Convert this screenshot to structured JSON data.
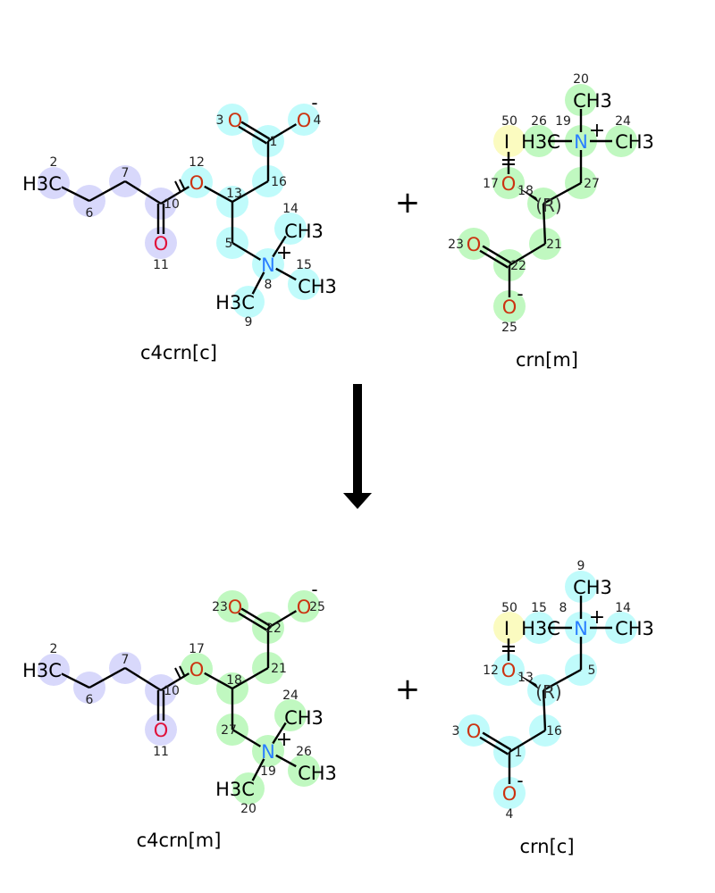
{
  "reaction": {
    "plus_sign": "+",
    "colors": {
      "bond": "#000000",
      "oxygen_top": "#cc3311",
      "oxygen_carbonyl": "#e0103a",
      "nitrogen": "#2a7fff",
      "carbon": "#000000"
    }
  },
  "molecules": [
    {
      "name": "c4crn[c]",
      "highlight_a": "#d8d8fb",
      "highlight_b": "#c0fbfb",
      "charges": {
        "anion": "-",
        "cation": "+"
      },
      "atoms": [
        {
          "num": "2",
          "label": "H3C",
          "hl": "a"
        },
        {
          "num": "6",
          "label": "",
          "hl": "a"
        },
        {
          "num": "7",
          "label": "",
          "hl": "a"
        },
        {
          "num": "10",
          "label": "",
          "hl": "a"
        },
        {
          "num": "11",
          "label": "O",
          "hl": "a"
        },
        {
          "num": "12",
          "label": "O",
          "hl": "b"
        },
        {
          "num": "13",
          "label": "",
          "hl": "b"
        },
        {
          "num": "16",
          "label": "",
          "hl": "b"
        },
        {
          "num": "1",
          "label": "",
          "hl": "b"
        },
        {
          "num": "3",
          "label": "O",
          "hl": "b"
        },
        {
          "num": "4",
          "label": "O",
          "hl": "b"
        },
        {
          "num": "5",
          "label": "",
          "hl": "b"
        },
        {
          "num": "8",
          "label": "N",
          "hl": "b"
        },
        {
          "num": "14",
          "label": "CH3",
          "hl": "b"
        },
        {
          "num": "15",
          "label": "CH3",
          "hl": "b"
        },
        {
          "num": "9",
          "label": "H3C",
          "hl": "b"
        }
      ]
    },
    {
      "name": "crn[m]",
      "highlight_a": "#c0f8c0",
      "highlight_b": "#fbfbc0",
      "stereo": "(R)",
      "charges": {
        "anion": "-",
        "cation": "+"
      },
      "atoms": [
        {
          "num": "20",
          "label": "CH3",
          "hl": "a"
        },
        {
          "num": "19",
          "label": "N",
          "hl": "a"
        },
        {
          "num": "26",
          "label": "H3C",
          "hl": "a"
        },
        {
          "num": "50",
          "label": "I",
          "hl": "b"
        },
        {
          "num": "24",
          "label": "CH3",
          "hl": "a"
        },
        {
          "num": "17",
          "label": "O",
          "hl": "a"
        },
        {
          "num": "27",
          "label": "",
          "hl": "a"
        },
        {
          "num": "18",
          "label": "",
          "hl": "a"
        },
        {
          "num": "21",
          "label": "",
          "hl": "a"
        },
        {
          "num": "23",
          "label": "O",
          "hl": "a"
        },
        {
          "num": "22",
          "label": "",
          "hl": "a"
        },
        {
          "num": "25",
          "label": "O",
          "hl": "a"
        }
      ]
    },
    {
      "name": "c4crn[m]",
      "highlight_a": "#d8d8fb",
      "highlight_b": "#c0f8c0",
      "charges": {
        "anion": "-",
        "cation": "+"
      },
      "atoms": [
        {
          "num": "2",
          "label": "H3C",
          "hl": "a"
        },
        {
          "num": "6",
          "label": "",
          "hl": "a"
        },
        {
          "num": "7",
          "label": "",
          "hl": "a"
        },
        {
          "num": "10",
          "label": "",
          "hl": "a"
        },
        {
          "num": "11",
          "label": "O",
          "hl": "a"
        },
        {
          "num": "17",
          "label": "O",
          "hl": "b"
        },
        {
          "num": "18",
          "label": "",
          "hl": "b"
        },
        {
          "num": "21",
          "label": "",
          "hl": "b"
        },
        {
          "num": "22",
          "label": "",
          "hl": "b"
        },
        {
          "num": "23",
          "label": "O",
          "hl": "b"
        },
        {
          "num": "25",
          "label": "O",
          "hl": "b"
        },
        {
          "num": "27",
          "label": "",
          "hl": "b"
        },
        {
          "num": "19",
          "label": "N",
          "hl": "b"
        },
        {
          "num": "24",
          "label": "CH3",
          "hl": "b"
        },
        {
          "num": "26",
          "label": "CH3",
          "hl": "b"
        },
        {
          "num": "20",
          "label": "H3C",
          "hl": "b"
        }
      ]
    },
    {
      "name": "crn[c]",
      "highlight_a": "#c0fbfb",
      "highlight_b": "#fbfbc0",
      "stereo": "(R)",
      "charges": {
        "anion": "-",
        "cation": "+"
      },
      "atoms": [
        {
          "num": "9",
          "label": "CH3",
          "hl": "a"
        },
        {
          "num": "8",
          "label": "N",
          "hl": "a"
        },
        {
          "num": "15",
          "label": "H3C",
          "hl": "a"
        },
        {
          "num": "50",
          "label": "I",
          "hl": "b"
        },
        {
          "num": "14",
          "label": "CH3",
          "hl": "a"
        },
        {
          "num": "12",
          "label": "O",
          "hl": "a"
        },
        {
          "num": "5",
          "label": "",
          "hl": "a"
        },
        {
          "num": "13",
          "label": "",
          "hl": "a"
        },
        {
          "num": "16",
          "label": "",
          "hl": "a"
        },
        {
          "num": "3",
          "label": "O",
          "hl": "a"
        },
        {
          "num": "1",
          "label": "",
          "hl": "a"
        },
        {
          "num": "4",
          "label": "O",
          "hl": "a"
        }
      ]
    }
  ]
}
